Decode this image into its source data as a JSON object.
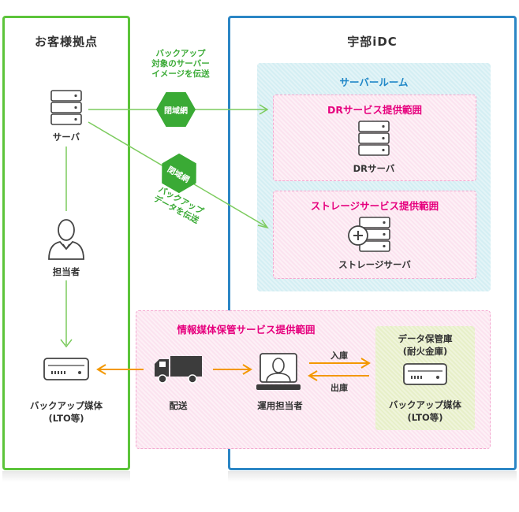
{
  "left_panel": {
    "title": "お客様拠点",
    "server_label": "サーバ",
    "person_label": "担当者",
    "media_label_line1": "バックアップ媒体",
    "media_label_line2": "(LTO等)"
  },
  "right_panel": {
    "title": "宇部iDC",
    "server_room_title": "サーバールーム",
    "dr_zone_title": "DRサービス提供範囲",
    "dr_server_label": "DRサーバ",
    "storage_zone_title": "ストレージサービス提供範囲",
    "storage_server_label": "ストレージサーバ",
    "media_zone_title": "情報媒体保管サービス提供範囲",
    "operator_label": "運用担当者",
    "vault_title_line1": "データ保管庫",
    "vault_title_line2": "(耐火金庫)",
    "vault_media_line1": "バックアップ媒体",
    "vault_media_line2": "(LTO等)",
    "in_label": "入庫",
    "out_label": "出庫"
  },
  "links": {
    "image_backup_line1": "バックアップ",
    "image_backup_line2": "対象のサーバー",
    "image_backup_line3": "イメージを伝送",
    "closed_network_1": "閉域網",
    "closed_network_2": "閉域網",
    "data_backup_line1": "バックアップ",
    "data_backup_line2": "データを伝送",
    "delivery_label": "配送"
  },
  "colors": {
    "green": "#3aaa35",
    "blue": "#2b86c5",
    "pink": "#e6007e",
    "orange": "#f39800"
  }
}
